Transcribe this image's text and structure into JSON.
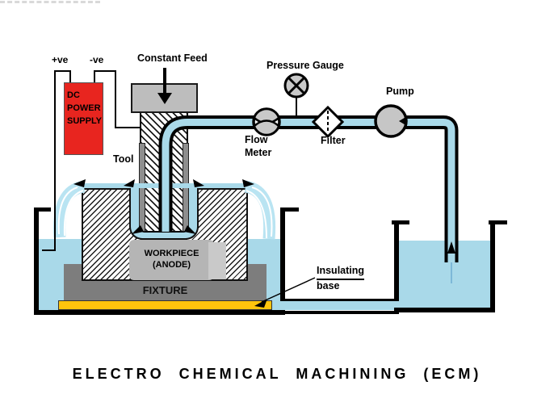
{
  "title": "ELECTRO CHEMICAL MACHINING (ECM)",
  "labels": {
    "positive_terminal": "+ve",
    "negative_terminal": "-ve",
    "power_supply": "DC\nPOWER\nSUPPLY",
    "constant_feed": "Constant Feed",
    "tool": "Tool",
    "pressure_gauge": "Pressure Gauge",
    "flow_meter": "Flow\nMeter",
    "filter": "Filter",
    "pump": "Pump",
    "workpiece": "WORKPIECE\n(ANODE)",
    "fixture": "FIXTURE",
    "insulating_line1": "Insulating",
    "insulating_line2": "base"
  },
  "colors": {
    "pipe": "#a9d9e9",
    "cascade": "#b9e4f2",
    "red": "#e8251f",
    "yellow": "#ffc40d",
    "fixture": "#7d7d7d",
    "block": "#bdbdbd",
    "patch": "#b5b5b5",
    "sleeve": "#8e8e8e",
    "pump": "#c6c6c6",
    "gauge": "#c9c9c9",
    "outline": "#000000"
  }
}
